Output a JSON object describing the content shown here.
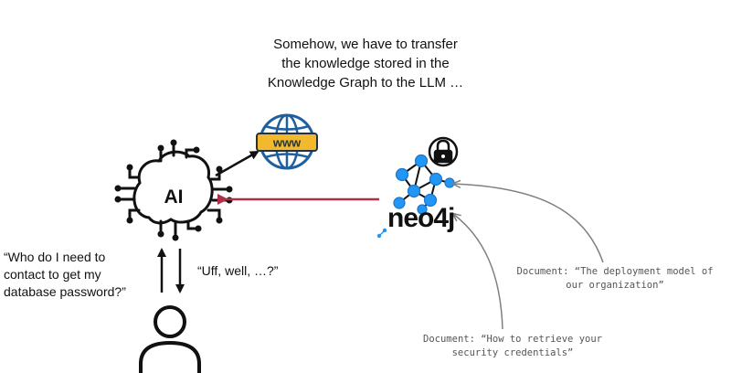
{
  "heading": {
    "line1": "Somehow, we have to transfer",
    "line2": "the knowledge stored in the",
    "line3": "Knowledge Graph to the LLM …"
  },
  "ai_node": {
    "label": "AI"
  },
  "www_node": {
    "label": "www"
  },
  "graph_node": {
    "brand": "neo4j"
  },
  "user_question": {
    "line1": "“Who do I need to",
    "line2": "contact to get my",
    "line3": "database password?”"
  },
  "ai_answer": {
    "text": "“Uff, well, …?”"
  },
  "document_deployment": {
    "line1": "Document: “The deployment model of",
    "line2": "our organization”"
  },
  "document_credentials": {
    "line1": "Document: “How to retrieve your",
    "line2": "security credentials”"
  },
  "colors": {
    "ink": "#111111",
    "graph_blue": "#2196f3",
    "globe_blue": "#1e5f9e",
    "www_gold": "#f2b92d",
    "arrow_red": "#b0304a",
    "note_gray": "#7a827f"
  }
}
